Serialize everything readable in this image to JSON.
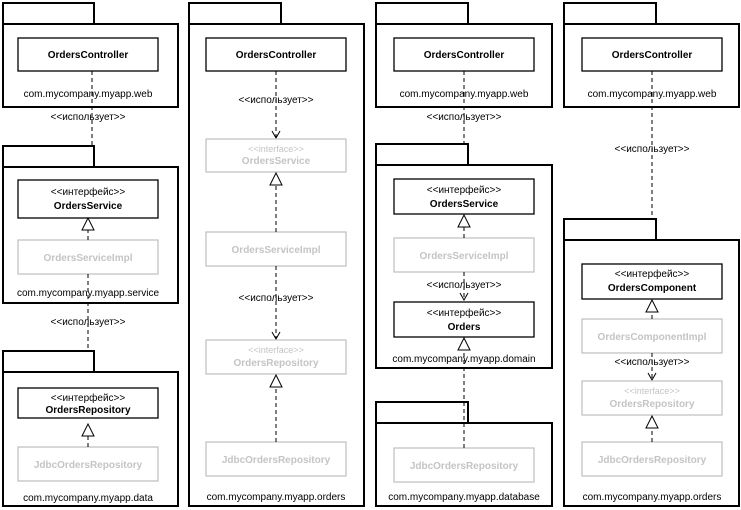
{
  "uses_label": "<<использует>>",
  "diagrams": [
    {
      "controller": "OrdersController",
      "web_package": "com.mycompany.myapp.web",
      "service_stereotype": "<<интерфейс>>",
      "service_name": "OrdersService",
      "service_impl": "OrdersServiceImpl",
      "service_package": "com.mycompany.myapp.service",
      "repo_stereotype": "<<интерфейс>>",
      "repo_name": "OrdersRepository",
      "repo_impl": "JdbcOrdersRepository",
      "data_package": "com.mycompany.myapp.data"
    },
    {
      "controller": "OrdersController",
      "service_stereotype": "<<interface>>",
      "service_name": "OrdersService",
      "service_impl": "OrdersServiceImpl",
      "repo_stereotype": "<<interface>>",
      "repo_name": "OrdersRepository",
      "repo_impl": "JdbcOrdersRepository",
      "package": "com.mycompany.myapp.orders"
    },
    {
      "controller": "OrdersController",
      "web_package": "com.mycompany.myapp.web",
      "service_stereotype": "<<интерфейс>>",
      "service_name": "OrdersService",
      "service_impl": "OrdersServiceImpl",
      "orders_stereotype": "<<интерфейс>>",
      "orders_name": "Orders",
      "domain_package": "com.mycompany.myapp.domain",
      "repo_impl": "JdbcOrdersRepository",
      "database_package": "com.mycompany.myapp.database"
    },
    {
      "controller": "OrdersController",
      "web_package": "com.mycompany.myapp.web",
      "component_stereotype": "<<интерфейс>>",
      "component_name": "OrdersComponent",
      "component_impl": "OrdersComponentImpl",
      "repo_stereotype": "<<interface>>",
      "repo_name": "OrdersRepository",
      "repo_impl": "JdbcOrdersRepository",
      "package": "com.mycompany.myapp.orders"
    }
  ]
}
